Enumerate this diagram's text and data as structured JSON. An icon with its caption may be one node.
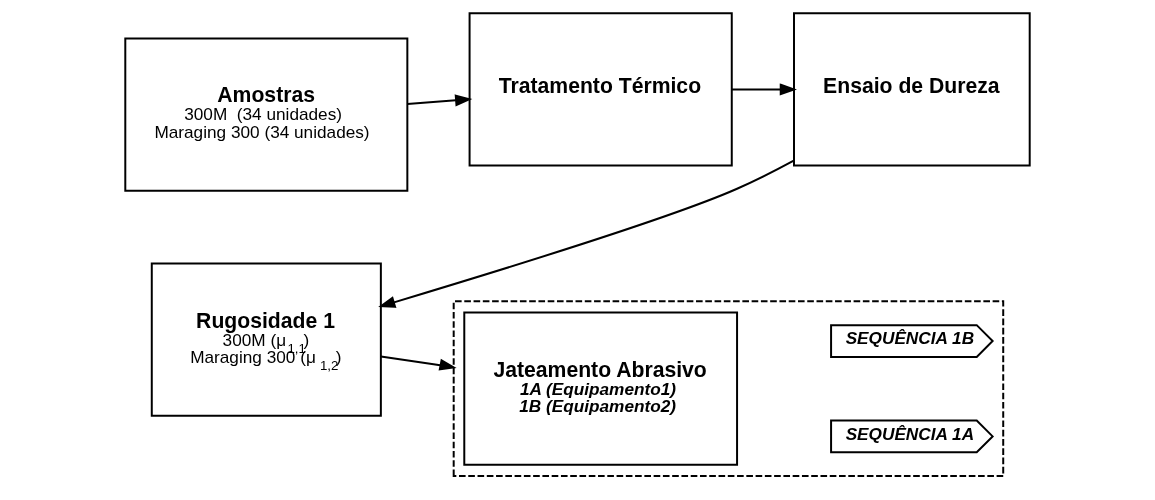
{
  "diagram": {
    "nodes": [
      {
        "text": [
          "Amostras",
          "300M  (34 unidades)",
          "Maraging 300 (34 unidades)"
        ]
      },
      {
        "text": [
          "Tratamento Térmico"
        ]
      },
      {
        "text": [
          "Ensaio de Dureza"
        ]
      },
      {
        "text": [
          "Rugosidade 1",
          "300M (μ$_{1,1}$)",
          "Maraging 300 (μ$_{1,2}$)"
        ]
      },
      {
        "text": [],
        "shape": "box"
      },
      {
        "text": [
          "Jateamento Abrasivo",
          "1A (Equipamento1)",
          "1B (Equipamento2)"
        ],
        "in": 4
      },
      {
        "text": [
          "SEQUÊNCIA 1A"
        ],
        "in": 4
      },
      {
        "text": [
          "SEQUÊNCIA 1B"
        ],
        "in": 4
      }
    ],
    "edges": [
      {
        "from": 0,
        "to": 1,
        "arrow": "to"
      },
      {
        "from": 1,
        "to": 2,
        "arrow": "to"
      },
      {
        "from": 2,
        "to": 3,
        "arrow": "to"
      },
      {
        "from": 3,
        "to": 4,
        "arrow": "to"
      }
    ]
  }
}
